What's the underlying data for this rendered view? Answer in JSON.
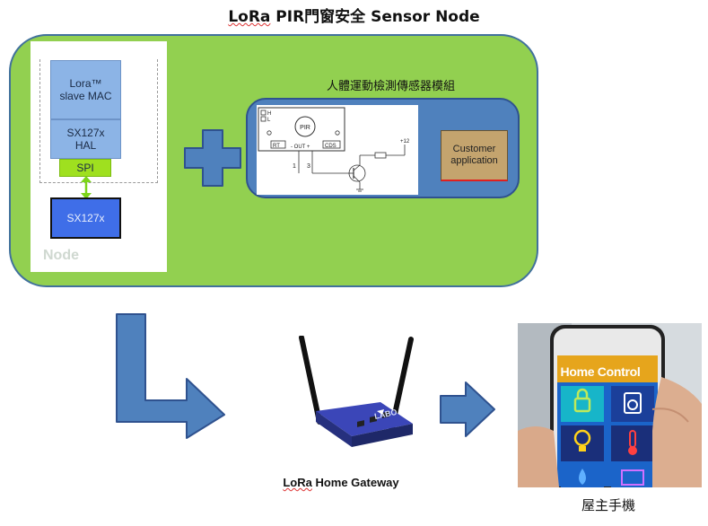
{
  "title": {
    "prefix": "LoRa",
    "rest": "  PIR門窗安全  Sensor Node"
  },
  "node": {
    "lora_mac": "Lora™\nslave MAC",
    "hal": "SX127x\nHAL",
    "spi": "SPI",
    "chip": "SX127x",
    "label": "Node"
  },
  "sensor_module": {
    "title": "人體運動檢測傳感器模組",
    "customer_app": "Customer\napplication",
    "schematic": {
      "pir": "PIR",
      "h": "H",
      "l": "L",
      "rt": "RT",
      "out": "- OUT +",
      "cds": "CDS",
      "pin1": "1",
      "pin3": "3",
      "supply": "+12"
    }
  },
  "gateway": {
    "prefix": "LoRa",
    "rest": " Home Gateway"
  },
  "owner_phone": {
    "label": "屋主手機",
    "screen_title": "Home Control"
  },
  "colors": {
    "green_panel": "#92d050",
    "blue_panel": "#4f81bd",
    "arrow": "#4f81bd",
    "arrow_border": "#2f528f",
    "plus": "#4f81bd"
  },
  "icons": [
    "plus-icon",
    "down-right-arrow-icon",
    "right-arrow-icon",
    "router-icon",
    "smartphone-icon",
    "lock-icon",
    "washer-icon",
    "bulb-icon",
    "thermometer-icon",
    "drop-icon",
    "monitor-icon"
  ]
}
